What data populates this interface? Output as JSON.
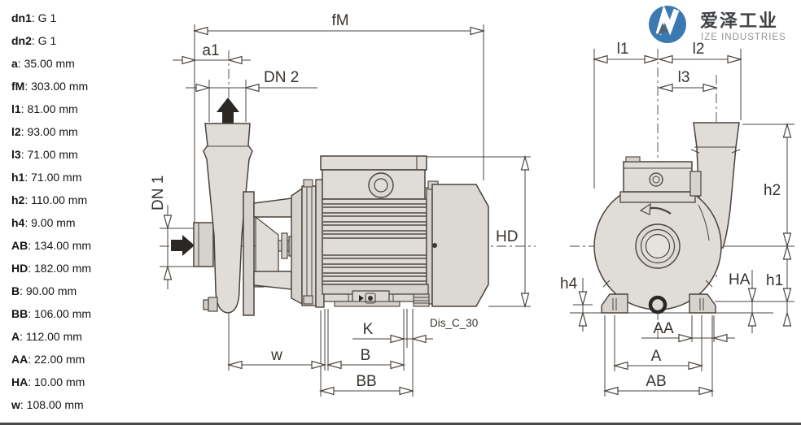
{
  "spec_separator": ": ",
  "specs": [
    {
      "label": "dn1",
      "value": "G 1"
    },
    {
      "label": "dn2",
      "value": "G 1"
    },
    {
      "label": "a",
      "value": "35.00 mm"
    },
    {
      "label": "fM",
      "value": "303.00 mm"
    },
    {
      "label": "l1",
      "value": "81.00 mm"
    },
    {
      "label": "l2",
      "value": "93.00 mm"
    },
    {
      "label": "l3",
      "value": "71.00 mm"
    },
    {
      "label": "h1",
      "value": "71.00 mm"
    },
    {
      "label": "h2",
      "value": "110.00 mm"
    },
    {
      "label": "h4",
      "value": "9.00 mm"
    },
    {
      "label": "AB",
      "value": "134.00 mm"
    },
    {
      "label": "HD",
      "value": "182.00 mm"
    },
    {
      "label": "B",
      "value": "90.00 mm"
    },
    {
      "label": "BB",
      "value": "106.00 mm"
    },
    {
      "label": "A",
      "value": "112.00 mm"
    },
    {
      "label": "AA",
      "value": "22.00 mm"
    },
    {
      "label": "HA",
      "value": "10.00 mm"
    },
    {
      "label": "w",
      "value": "108.00 mm"
    }
  ],
  "diagram": {
    "labels": {
      "fM": "fM",
      "a1": "a1",
      "dn2": "DN 2",
      "dn1": "DN 1",
      "hd": "HD",
      "k": "K",
      "w": "w",
      "b": "B",
      "bb": "BB",
      "code": "Dis_C_30",
      "l1": "l1",
      "l2": "l2",
      "l3": "l3",
      "h2": "h2",
      "h1": "h1",
      "h4": "h4",
      "ha": "HA",
      "aa": "AA",
      "a": "A",
      "ab": "AB"
    }
  },
  "logo": {
    "company_cn": "爱泽工业",
    "company_en": "IZE INDUSTRIES"
  },
  "colors": {
    "line": "#4a433c",
    "body_fill": "#e0dcd8",
    "dark_fill": "#d3cfca",
    "flow_arrow": "#2b2724",
    "logo_blue": "#3b79b2"
  }
}
